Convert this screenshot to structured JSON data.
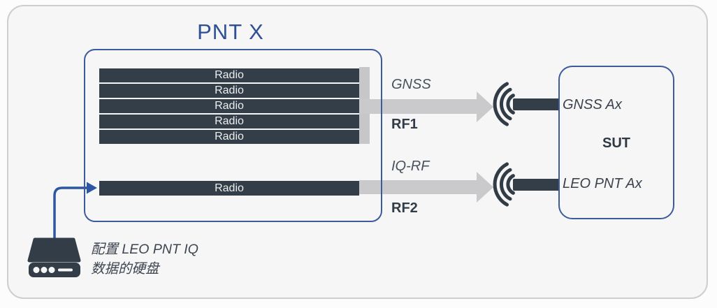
{
  "title": "PNT X",
  "pnt_box": {
    "radios": [
      "Radio",
      "Radio",
      "Radio",
      "Radio",
      "Radio"
    ],
    "iq_radio": "Radio"
  },
  "links": {
    "rf1": {
      "signal": "GNSS",
      "port": "RF1"
    },
    "rf2": {
      "signal": "IQ-RF",
      "port": "RF2"
    }
  },
  "sut": {
    "label": "SUT",
    "gnss_antenna": "GNSS Ax",
    "leo_antenna": "LEO PNT Ax"
  },
  "disk": {
    "caption_line1": "配置 LEO PNT IQ",
    "caption_line2": "数据的硬盘"
  },
  "icons": {
    "wireless": "wireless-signal-icon",
    "disk": "hard-disk-icon",
    "arrow": "arrow-right-icon"
  },
  "colors": {
    "accent_blue": "#3d5b9c",
    "title_blue": "#2f4f96",
    "dark_slate": "#333e48",
    "arrow_gray": "#cacacc",
    "panel_bg": "#f6f6f7",
    "connector_blue": "#2d56a3"
  }
}
